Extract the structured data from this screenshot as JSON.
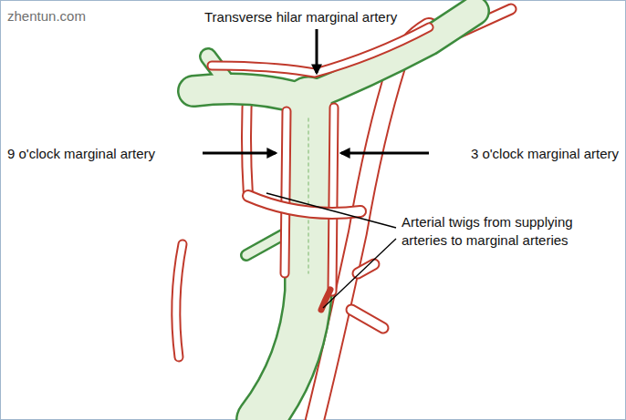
{
  "diagram": {
    "labels": [
      "zhentun.com",
      "Transverse hilar marginal artery",
      "9 o'clock marginal artery",
      "3 o'clock marginal artery",
      "Arterial twigs from supplying arteries to marginal arteries"
    ]
  }
}
